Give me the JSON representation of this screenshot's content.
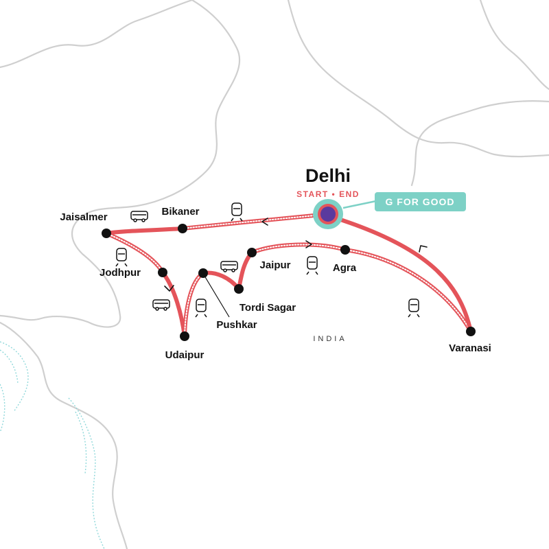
{
  "map": {
    "country_label": "INDIA",
    "start_city": "Delhi",
    "start_end_label": "START • END",
    "badge_label": "G FOR GOOD",
    "cities": {
      "jaisalmer": "Jaisalmer",
      "bikaner": "Bikaner",
      "jodhpur": "Jodhpur",
      "udaipur": "Udaipur",
      "pushkar": "Pushkar",
      "tordi_sagar": "Tordi Sagar",
      "jaipur": "Jaipur",
      "agra": "Agra",
      "varanasi": "Varanasi"
    },
    "legend_icons": [
      "bus-icon",
      "train-icon"
    ]
  },
  "colors": {
    "route": "#e4545a",
    "rail_dash": "#ffffff",
    "border": "#cfcfcf",
    "water": "#8fd8da",
    "badge": "#7dd1c6",
    "start_fill": "#5a3a9e",
    "city_dot": "#111111"
  }
}
